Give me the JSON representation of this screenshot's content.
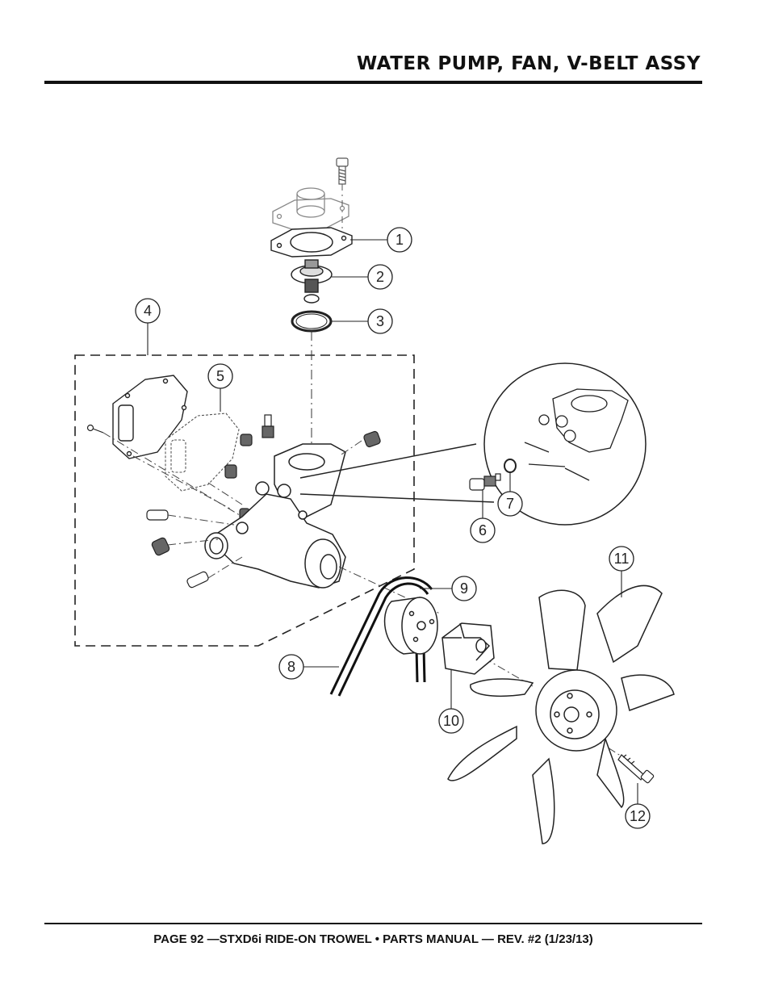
{
  "header": {
    "title": "WATER PUMP, FAN, V-BELT ASSY"
  },
  "footer": {
    "text": "PAGE 92 —STXD6i RIDE-ON TROWEL • PARTS MANUAL — REV. #2 (1/23/13)"
  },
  "callouts": [
    {
      "label": "1"
    },
    {
      "label": "2"
    },
    {
      "label": "3"
    },
    {
      "label": "4"
    },
    {
      "label": "5"
    },
    {
      "label": "6"
    },
    {
      "label": "7"
    },
    {
      "label": "8"
    },
    {
      "label": "9"
    },
    {
      "label": "10"
    },
    {
      "label": "11"
    },
    {
      "label": "12"
    }
  ],
  "colors": {
    "ink": "#222222",
    "light_ink": "#888888",
    "rule": "#111111"
  }
}
